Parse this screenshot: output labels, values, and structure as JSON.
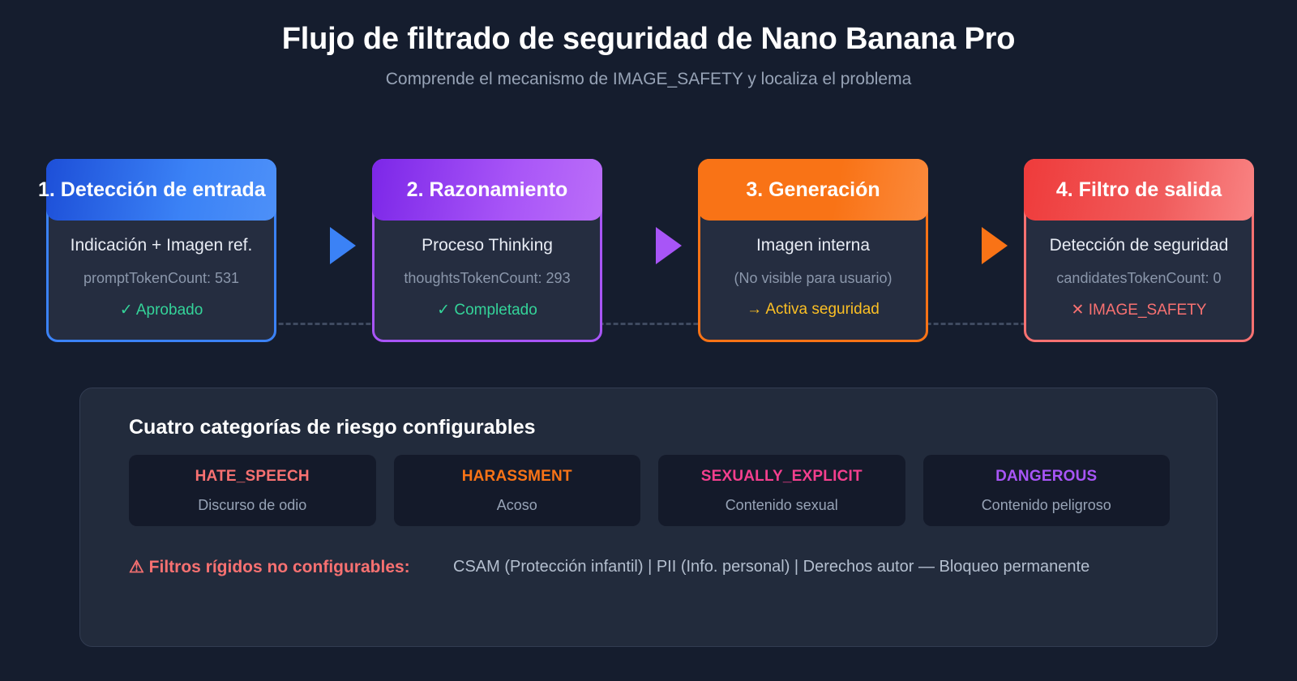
{
  "header": {
    "title": "Flujo de filtrado de seguridad de Nano Banana Pro",
    "subtitle": "Comprende el mecanismo de IMAGE_SAFETY y localiza el problema"
  },
  "flow": {
    "steps": [
      {
        "head": "1. Detección de entrada",
        "main": "Indicación + Imagen ref.",
        "meta": "promptTokenCount: 531",
        "status": "✓ Aprobado",
        "status_kind": "ok",
        "accent": "#3b82f6"
      },
      {
        "head": "2. Razonamiento",
        "main": "Proceso Thinking",
        "meta": "thoughtsTokenCount: 293",
        "status": "✓ Completado",
        "status_kind": "ok",
        "accent": "#a855f7"
      },
      {
        "head": "3. Generación",
        "main": "Imagen interna",
        "meta": "(No visible para usuario)",
        "status": "→ Activa seguridad",
        "status_kind": "warn",
        "accent": "#f97316"
      },
      {
        "head": "4. Filtro de salida",
        "main": "Detección de seguridad",
        "meta": "candidatesTokenCount: 0",
        "status": "✕ IMAGE_SAFETY",
        "status_kind": "bad",
        "accent": "#f87171"
      }
    ],
    "connectors": [
      {
        "name": "arrow-step1-to-step2",
        "color": "#3b82f6"
      },
      {
        "name": "arrow-step2-to-step3",
        "color": "#a855f7"
      },
      {
        "name": "arrow-step3-to-step4",
        "color": "#f97316"
      }
    ]
  },
  "panel": {
    "title": "Cuatro categorías de riesgo configurables",
    "categories": [
      {
        "code": "HATE_SPEECH",
        "desc": "Discurso de odio",
        "color": "#f87171"
      },
      {
        "code": "HARASSMENT",
        "desc": "Acoso",
        "color": "#f97316"
      },
      {
        "code": "SEXUALLY_EXPLICIT",
        "desc": "Contenido sexual",
        "color": "#f43f8e"
      },
      {
        "code": "DANGEROUS",
        "desc": "Contenido peligroso",
        "color": "#a855f7"
      }
    ],
    "hard_filters": {
      "label": "⚠ Filtros rígidos no configurables:",
      "detail": "CSAM (Protección infantil) | PII (Info. personal) | Derechos autor — Bloqueo permanente"
    }
  }
}
